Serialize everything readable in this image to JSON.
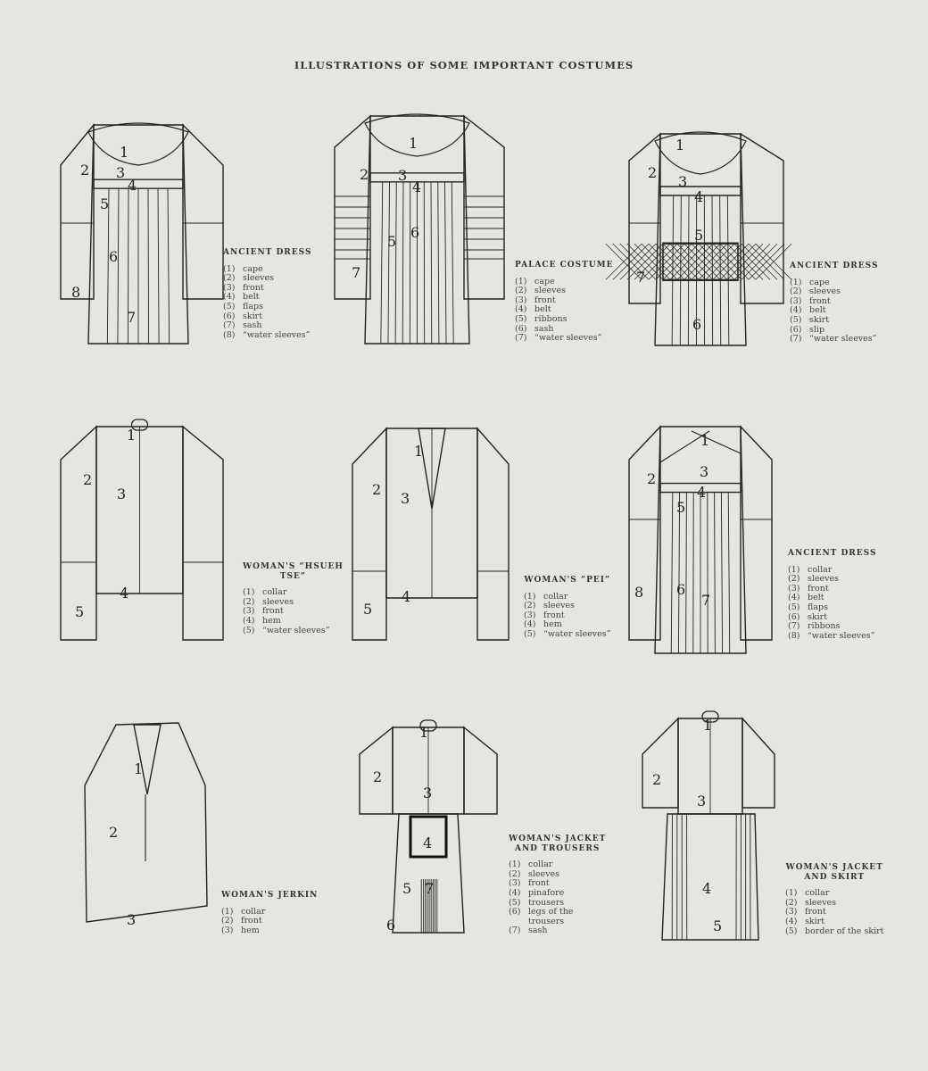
{
  "page_title": "ILLUSTRATIONS OF SOME IMPORTANT COSTUMES",
  "figures": [
    {
      "title": [
        "ANCIENT DRESS"
      ],
      "items": [
        [
          "(1)",
          "cape"
        ],
        [
          "(2)",
          "sleeves"
        ],
        [
          "(3)",
          "front"
        ],
        [
          "(4)",
          "belt"
        ],
        [
          "(5)",
          "flaps"
        ],
        [
          "(6)",
          "skirt"
        ],
        [
          "(7)",
          "sash"
        ],
        [
          "(8)",
          "“water sleeves”"
        ]
      ],
      "labels": [
        "1",
        "2",
        "3",
        "4",
        "5",
        "6",
        "7",
        "8"
      ]
    },
    {
      "title": [
        "PALACE COSTUME"
      ],
      "items": [
        [
          "(1)",
          "cape"
        ],
        [
          "(2)",
          "sleeves"
        ],
        [
          "(3)",
          "front"
        ],
        [
          "(4)",
          "belt"
        ],
        [
          "(5)",
          "ribbons"
        ],
        [
          "(6)",
          "sash"
        ],
        [
          "(7)",
          "“water sleeves”"
        ]
      ],
      "labels": [
        "1",
        "2",
        "3",
        "4",
        "5",
        "6",
        "7"
      ]
    },
    {
      "title": [
        "ANCIENT DRESS"
      ],
      "items": [
        [
          "(1)",
          "cape"
        ],
        [
          "(2)",
          "sleeves"
        ],
        [
          "(3)",
          "front"
        ],
        [
          "(4)",
          "belt"
        ],
        [
          "(5)",
          "skirt"
        ],
        [
          "(6)",
          "slip"
        ],
        [
          "(7)",
          "“water sleeves”"
        ]
      ],
      "labels": [
        "1",
        "2",
        "3",
        "4",
        "5",
        "6",
        "7"
      ]
    },
    {
      "title": [
        "WOMAN'S “HSUEH",
        "TSE”"
      ],
      "items": [
        [
          "(1)",
          "collar"
        ],
        [
          "(2)",
          "sleeves"
        ],
        [
          "(3)",
          "front"
        ],
        [
          "(4)",
          "hem"
        ],
        [
          "(5)",
          "“water sleeves”"
        ]
      ],
      "labels": [
        "1",
        "2",
        "3",
        "4",
        "5"
      ]
    },
    {
      "title": [
        "WOMAN'S “PEI”"
      ],
      "items": [
        [
          "(1)",
          "collar"
        ],
        [
          "(2)",
          "sleeves"
        ],
        [
          "(3)",
          "front"
        ],
        [
          "(4)",
          "hem"
        ],
        [
          "(5)",
          "“water sleeves”"
        ]
      ],
      "labels": [
        "1",
        "2",
        "3",
        "4",
        "5"
      ]
    },
    {
      "title": [
        "ANCIENT DRESS"
      ],
      "items": [
        [
          "(1)",
          "collar"
        ],
        [
          "(2)",
          "sleeves"
        ],
        [
          "(3)",
          "front"
        ],
        [
          "(4)",
          "belt"
        ],
        [
          "(5)",
          "flaps"
        ],
        [
          "(6)",
          "skirt"
        ],
        [
          "(7)",
          "ribbons"
        ],
        [
          "(8)",
          "“water sleeves”"
        ]
      ],
      "labels": [
        "1",
        "2",
        "3",
        "4",
        "5",
        "6",
        "7",
        "8"
      ]
    },
    {
      "title": [
        "WOMAN'S JERKIN"
      ],
      "items": [
        [
          "(1)",
          "collar"
        ],
        [
          "(2)",
          "front"
        ],
        [
          "(3)",
          "hem"
        ]
      ],
      "labels": [
        "1",
        "2",
        "3"
      ]
    },
    {
      "title": [
        "WOMAN'S JACKET",
        "AND TROUSERS"
      ],
      "items": [
        [
          "(1)",
          "collar"
        ],
        [
          "(2)",
          "sleeves"
        ],
        [
          "(3)",
          "front"
        ],
        [
          "(4)",
          "pinafore"
        ],
        [
          "(5)",
          "trousers"
        ],
        [
          "(6)",
          "legs of the"
        ],
        [
          "",
          "trousers"
        ],
        [
          "(7)",
          "sash"
        ]
      ],
      "labels": [
        "1",
        "2",
        "3",
        "4",
        "5",
        "6",
        "7"
      ]
    },
    {
      "title": [
        "WOMAN'S JACKET",
        "AND SKIRT"
      ],
      "items": [
        [
          "(1)",
          "collar"
        ],
        [
          "(2)",
          "sleeves"
        ],
        [
          "(3)",
          "front"
        ],
        [
          "(4)",
          "skirt"
        ],
        [
          "(5)",
          "border of the skirt"
        ]
      ],
      "labels": [
        "1",
        "2",
        "3",
        "4",
        "5"
      ]
    }
  ]
}
